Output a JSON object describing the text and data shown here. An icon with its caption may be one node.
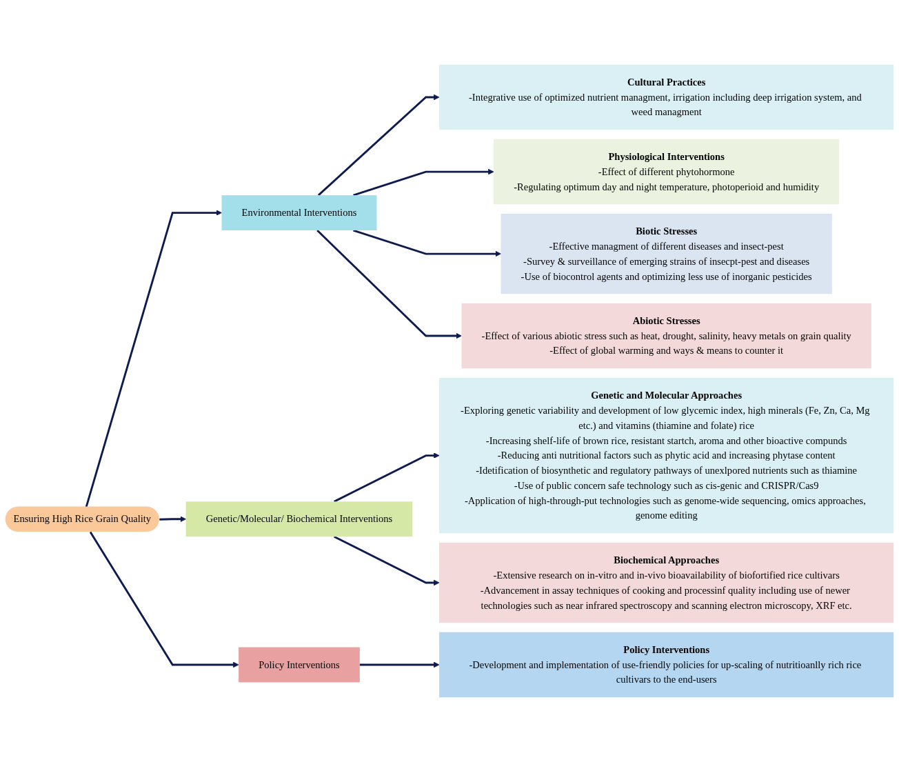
{
  "diagram": {
    "nodes": [
      {
        "text": [
          "Ensuring High Rice Grain Quality"
        ]
      },
      {
        "text": [
          "Environmental Interventions"
        ]
      },
      {
        "text": [
          "Cultural Practices",
          "-Integrative use of optimized nutrient managment, irrigation including deep irrigation system, and weed managment"
        ]
      },
      {
        "text": [
          "Physiological Interventions",
          "-Effect of different phytohormone",
          "-Regulating optimum day and night temperature, photoperioid and humidity"
        ]
      },
      {
        "text": [
          "Biotic Stresses",
          "-Effective managment of different diseases and insect-pest",
          "-Survey & surveillance of emerging strains of insecpt-pest and diseases",
          "-Use of biocontrol agents and optimizing less use of inorganic pesticides"
        ]
      },
      {
        "text": [
          "Abiotic Stresses",
          "-Effect of various abiotic stress such as heat, drought, salinity, heavy metals on grain quality",
          "-Effect of global warming and ways & means to counter it"
        ]
      },
      {
        "text": [
          "Genetic/Molecular/ Biochemical Interventions"
        ]
      },
      {
        "text": [
          "Genetic and Molecular Approaches",
          "-Exploring genetic variability and development of low glycemic index, high minerals (Fe, Zn, Ca, Mg etc.) and vitamins (thiamine and folate) rice",
          "-Increasing shelf-life of brown rice, resistant startch, aroma and other bioactive compunds",
          "-Reducing anti nutritional factors such as phytic acid and increasing phytase content",
          "-Idetification of biosynthetic and regulatory pathways of unexlpored nutrients such as thiamine",
          "-Use of public concern safe technology such as cis-genic and CRISPR/Cas9",
          "-Application of high-through-put technologies such as genome-wide sequencing, omics approaches, genome editing"
        ]
      },
      {
        "text": [
          "Biochemical Approaches",
          "-Extensive research on in-vitro and in-vivo bioavailability of biofortified rice cultivars",
          "-Advancement in assay techniques of cooking and processinf quality including use of newer technologies such as near infrared spectroscopy and scanning electron microscopy, XRF etc."
        ]
      },
      {
        "text": [
          "Policy Interventions"
        ]
      },
      {
        "text": [
          "Policy Interventions",
          "-Development and implementation of use-friendly policies for up-scaling of nutritioanlly rich rice cultivars to the end-users"
        ]
      }
    ],
    "edges": [
      {
        "from": 0,
        "to": 1,
        "arrow": "to"
      },
      {
        "from": 0,
        "to": 6,
        "arrow": "to"
      },
      {
        "from": 0,
        "to": 9,
        "arrow": "to"
      },
      {
        "from": 1,
        "to": 2,
        "arrow": "to"
      },
      {
        "from": 1,
        "to": 3,
        "arrow": "to"
      },
      {
        "from": 1,
        "to": 4,
        "arrow": "to"
      },
      {
        "from": 1,
        "to": 5,
        "arrow": "to"
      },
      {
        "from": 6,
        "to": 7,
        "arrow": "to"
      },
      {
        "from": 6,
        "to": 8,
        "arrow": "to"
      },
      {
        "from": 9,
        "to": 10,
        "arrow": "to"
      }
    ]
  }
}
